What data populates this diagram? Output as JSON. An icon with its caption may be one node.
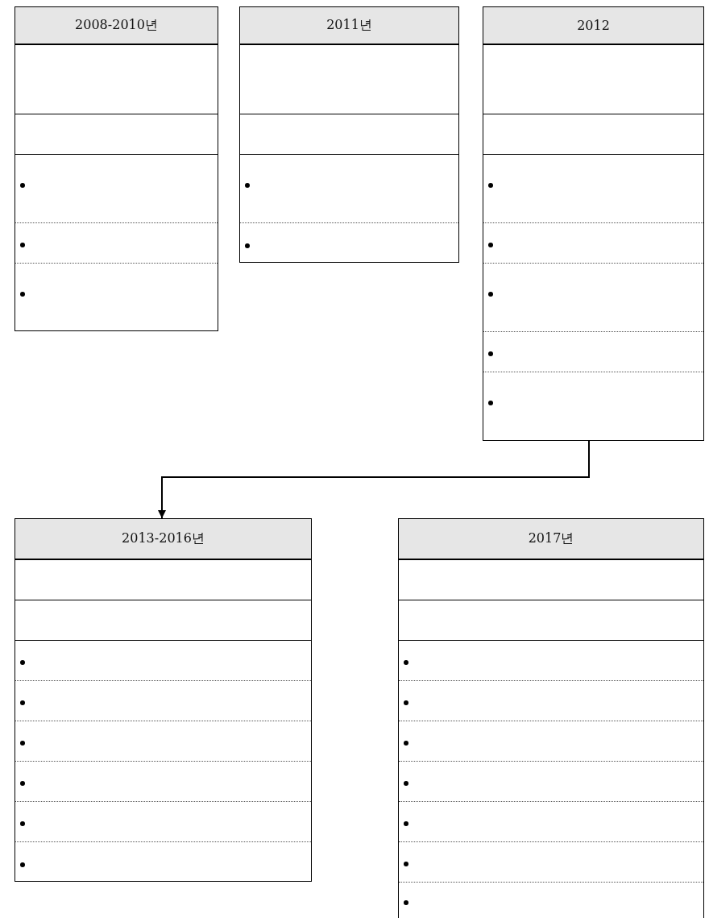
{
  "diagram": {
    "nodes": [
      {
        "text": [
          "2008-2010년"
        ]
      },
      {
        "text": [
          "2011년"
        ]
      },
      {
        "text": [
          "2012"
        ]
      },
      {
        "text": [
          "2013-2016년"
        ]
      },
      {
        "text": [
          "2017년"
        ]
      }
    ],
    "edges": [
      {
        "from": 2,
        "to": 3,
        "arrow": "to"
      }
    ]
  }
}
